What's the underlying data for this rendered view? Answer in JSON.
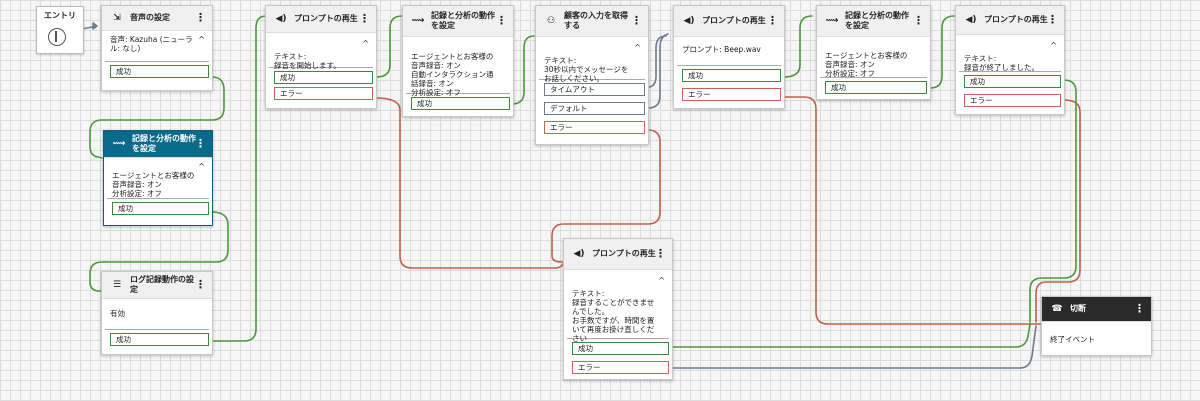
{
  "entry": {
    "label": "エントリ"
  },
  "blocks": {
    "voice": {
      "title": "音声の設定",
      "text": "音声: Kazuha (ニューラル: なし)",
      "ports": [
        "成功"
      ]
    },
    "rec1": {
      "title": "記録と分析の動作を設定",
      "text": "エージェントとお客様の音声録音: オン\n分析設定: オフ",
      "ports": [
        "成功"
      ]
    },
    "log": {
      "title": "ログ記録動作の設定",
      "text": "有効",
      "ports": [
        "成功"
      ]
    },
    "prompt1": {
      "title": "プロンプトの再生",
      "text": "テキスト:\n録音を開始します。",
      "ports": [
        "成功",
        "エラー"
      ]
    },
    "rec2": {
      "title": "記録と分析の動作を設定",
      "text": "エージェントとお客様の音声録音: オン\n自動インタラクション通話録音: オン\n分析設定: オフ",
      "ports": [
        "成功"
      ]
    },
    "input": {
      "title": "顧客の入力を取得する",
      "text": "テキスト:\n30秒以内でメッセージをお話しください。",
      "ports": [
        "タイムアウト",
        "デフォルト",
        "エラー"
      ]
    },
    "prompt2": {
      "title": "プロンプトの再生",
      "text": "プロンプト: Beep.wav",
      "ports": [
        "成功",
        "エラー"
      ]
    },
    "rec3": {
      "title": "記録と分析の動作を設定",
      "text": "エージェントとお客様の音声録音: オン\n分析設定: オフ",
      "ports": [
        "成功"
      ]
    },
    "prompt3": {
      "title": "プロンプトの再生",
      "text": "テキスト:\n録音が終了しました。",
      "ports": [
        "成功",
        "エラー"
      ]
    },
    "prompt4": {
      "title": "プロンプトの再生",
      "text": "テキスト:\n録音することができませんでした。\nお手数ですが、時間を置いて再度お掛け直しください\n。",
      "ports": [
        "成功",
        "エラー"
      ]
    },
    "disconnect": {
      "title": "切断",
      "text": "終了イベント",
      "ports": []
    }
  },
  "colors": {
    "success": "#4a9a3a",
    "error": "#c0604a",
    "neutral": "#6a7d8f",
    "selected": "#0b6a8a"
  },
  "icons": {
    "voice": "voice-settings-icon",
    "record": "recording-icon",
    "log": "logging-icon",
    "prompt": "speaker-icon",
    "input": "customer-input-icon",
    "disconnect": "hangup-icon"
  }
}
